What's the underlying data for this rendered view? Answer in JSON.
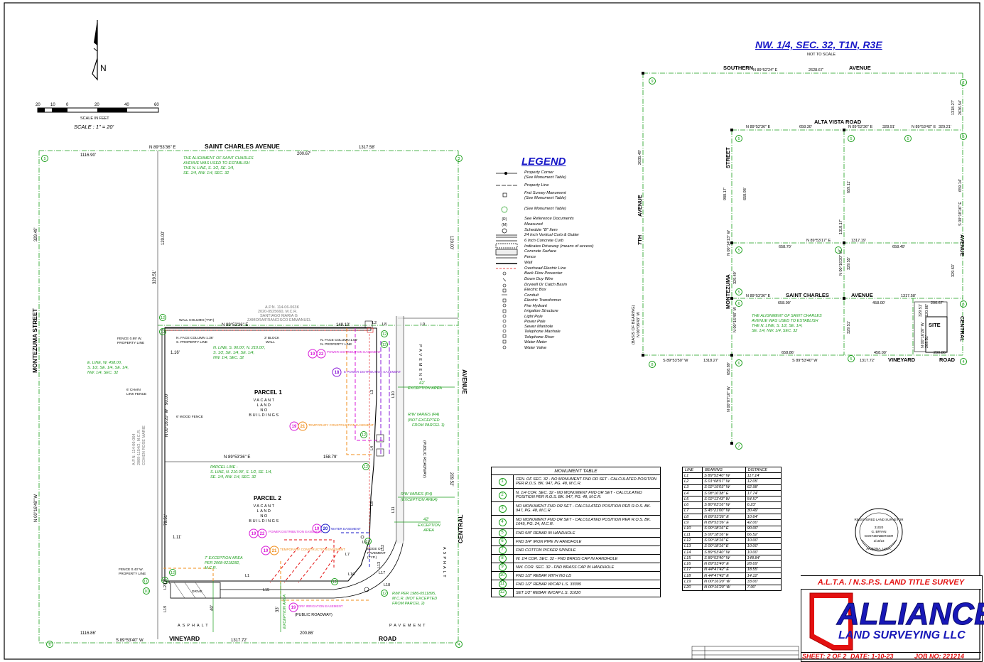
{
  "scale": {
    "ticks": [
      "20",
      "10",
      "0",
      "20",
      "40",
      "60"
    ],
    "units_label": "SCALE IN FEET",
    "scale_text": "SCALE : 1\" = 20'"
  },
  "north_arrow": {
    "letter": "N"
  },
  "site_plan": {
    "streets": {
      "north": "SAINT CHARLES AVENUE",
      "west": "MONTEZUMA STREET",
      "east": "AVENUE",
      "east_central": "CENTRAL",
      "south": "VINEYARD",
      "south_road": "ROAD",
      "pavement": "PAVEMENT",
      "asphalt": "ASPHALT",
      "public_roadway": "(PUBLIC ROADWAY)"
    },
    "boundary_labels": {
      "north_bearing": "N 89°53'36\" E",
      "north_total": "1317.58'",
      "north_west_part": "1116.90'",
      "north_east_part": "200.67'",
      "west_bearing": "N 00°16'48\" W",
      "west_upper": "329.49'",
      "upper_120": "120.00'",
      "right_120": "120.00'",
      "mid_329": "329.51'",
      "south_bearing": "S 89°53'40\" W",
      "south_total": "1317.72'",
      "south_west_part": "1116.86'",
      "south_east_part": "200.86'",
      "east_209": "209.52'",
      "lot_north": "N 89°53'36\" E",
      "lot_north_dist": "148.10'",
      "lot_west": "N 00°16'20\" W",
      "lot_west_dist": "90.00'",
      "parcel_line_bearing": "N 89°53'36\" E",
      "parcel_line_dist": "158.79'",
      "dim_1_16": "1.16'",
      "dim_79_51": "79.51'",
      "dim_1_11": "1.11'",
      "dim_40": "40'",
      "dim_33": "33'",
      "dim_42a": "42'",
      "dim_42b": "42'"
    },
    "notes": {
      "alignment_note": "THE ALIGNMENT OF SAINT CHARLES AVENUE WAS USED TO ESTABLISH THE N. LINE, S. 1/2, SE. 1/4, SE. 1/4, NW. 1/4, SEC. 32",
      "apn_north": "A.P.N. 114-06-063K",
      "apn_north_doc": "2020-0525660, M.C.R.",
      "apn_north_owner1": "SANTIAGO MARIA G",
      "apn_north_owner2": "ZAMORA/FRANCISCO EMMANUEL",
      "apn_west": "A.P.N. 114-06-064",
      "apn_west_doc": "2009-1154/2, M.C.R.",
      "apn_west_owner": "COHEN ROSE MARIE",
      "wall_column": "WALL COLUMN (TYP.)",
      "n_face_column_1": "N. FACE COLUMN 1.36'",
      "n_face_column_2": "S. PROPERTY LINE",
      "block_wall_1": "3' BLOCK",
      "block_wall_2": "WALL",
      "n_face_column_b1": "N. FACE COLUMN 1.06'",
      "n_face_column_b2": "N. PROPERTY LINE",
      "fence_1": "FENCE 0.89' W.",
      "fence_2": "PROPERTY LINE",
      "n_line_1": "N. LINE, S. 90.00', N. 210.00',",
      "n_line_2": "S. 1/2, SE. 1/4, SE. 1/4,",
      "n_line_3": "NW. 1/4, SEC. 32",
      "e_line_1": "E. LINE, W. 458.00,",
      "e_line_2": "S. 1/2, SE. 1/4, SE. 1/4,",
      "e_line_3": "NW. 1/4, SEC. 32",
      "chain_fence_1": "6' CHAIN",
      "chain_fence_2": "LINK FENCE",
      "wood_fence": "6' WOOD FENCE",
      "parcel_line_1": "PARCEL LINE -",
      "parcel_line_2": "S. LINE, N. 210.00', S. 1/2, SE. 1/4,",
      "parcel_line_3": "SE. 1/4, NW. 1/4, SEC. 32",
      "exception_area_7": "7' EXCEPTION AREA",
      "exception_area_7b": "PER 2008-0218282,",
      "exception_area_7c": "M.C.R.",
      "fence_2_1": "FENCE 0.43' W.",
      "fence_2_2": "PROPERTY LINE",
      "exception_42": "EXCEPTION AREA",
      "rw_varies_4": "R/W VARIES (R4)",
      "not_excepted_1": "(NOT EXCEPTED",
      "not_excepted_1b": "FROM PARCEL 1)",
      "rw_varies_r4b": "R/W VARIES (R4)",
      "exception_area_b": "(EXCEPTION AREA)",
      "exception_area_c": "EXCEPTION",
      "exception_area_d": "AREA",
      "rw_per": "R/W PER 1986-0511895,",
      "rw_per_b": "M.C.R. (NOT EXCEPTED",
      "rw_per_c": "FROM PARCEL 2)",
      "edge_pavement_1": "EDGE OF",
      "edge_pavement_2": "PAVEMENT",
      "edge_pavement_3": "(TYP.)",
      "drive": "DRIVE",
      "exception_area_vert": "EXCEPTION AREA",
      "power_dist": "POWER DISTRIBUTION EASEMENT",
      "e_power_dist": "E POWER DISTRIBUTION EASEMENT",
      "temp_constr": "TEMPORARY CONSTRUCTION EASEMENT",
      "water_ease": "WATER EASEMENT",
      "power_dist_2": "POWER DISTRIBUTION EASEMENT",
      "temp_constr_2": "TEMPORARY CONSTRUCTION EASEMENT",
      "irrigation": "DRY IRRIGATION EASEMENT"
    },
    "parcels": [
      {
        "name": "PARCEL 1",
        "status1": "VACANT",
        "status2": "LAND",
        "status3": "NO",
        "status4": "BUILDINGS"
      },
      {
        "name": "PARCEL 2",
        "status1": "VACANT",
        "status2": "LAND",
        "status3": "NO",
        "status4": "BUILDINGS"
      }
    ],
    "line_labels": [
      "L1",
      "L2",
      "L3",
      "L4",
      "L5",
      "L6",
      "L7",
      "L8",
      "L9",
      "L10",
      "L11",
      "L12",
      "L13",
      "L14",
      "L15",
      "L16",
      "L17",
      "L18",
      "L19",
      "L20"
    ],
    "callouts": [
      "5",
      "3",
      "12",
      "12",
      "12",
      "12",
      "12",
      "12",
      "12",
      "12",
      "12",
      "12",
      "12",
      "10",
      "6",
      "4",
      "11"
    ],
    "easement_tags": [
      "19",
      "22",
      "18",
      "19",
      "21",
      "19",
      "22",
      "19",
      "21",
      "19",
      "20",
      "19"
    ]
  },
  "legend": {
    "title": "LEGEND",
    "items": [
      "Property Corner",
      "(See Monument Table)",
      "Property Line",
      "Fnd Survey Monument",
      "(See Monument Table)",
      "(See Monument Table)",
      "See Reference Documents",
      "Measured",
      "Schedule \"B\" Item",
      "24 Inch Vertical Curb & Gutter",
      "6 Inch Concrete Curb",
      "Indicates Driveway (means of access)",
      "Concrete Surface",
      "Fence",
      "Wall",
      "Overhead Electric Line",
      "Back Flow Preventer",
      "Down Guy Wire",
      "Drywell Or Catch Basin",
      "Electric Box",
      "Conduit",
      "Electric Transformer",
      "Fire Hydrant",
      "Irrigation Structure",
      "Light Pole",
      "Power Pole",
      "Sewer Manhole",
      "Telephone Manhole",
      "Telephone Riser",
      "Water Meter",
      "Water Valve"
    ],
    "symbols": [
      "(R)",
      "(M)"
    ]
  },
  "monument_table": {
    "title": "MONUMENT TABLE",
    "rows": [
      {
        "n": "1",
        "text": "CEN. OF SEC. 32 - NO MONUMENT FND OR SET - CALCULATED POSITION PER R.O.S. BK. 947, PG. 48, M.C.R."
      },
      {
        "n": "2",
        "text": "N. 1/4 COR. SEC. 32 - NO MONUMENT FND OR SET - CALCULATED POSITION PER R.O.S. BK. 947, PG. 48, M.C.R."
      },
      {
        "n": "3",
        "text": "NO MONUMENT FND OR SET - CALCULATED POSITION PER R.O.S. BK. 947, PG. 48, M.C.R."
      },
      {
        "n": "4",
        "text": "NO MONUMENT FND OR SET - CALCULATED POSITION PER R.O.S. BK. 1649, PG. 24, M.C.R."
      },
      {
        "n": "5",
        "text": "FND 5/8\" REBAR IN HANDHOLE"
      },
      {
        "n": "6",
        "text": "FND 3/4\" IRON PIPE IN HANDHOLE"
      },
      {
        "n": "7",
        "text": "FND COTTON PICKER SPINDLE"
      },
      {
        "n": "8",
        "text": "W. 1/4 COR. SEC. 32 - FND BRASS CAP IN HANDHOLE"
      },
      {
        "n": "9",
        "text": "NW. COR. SEC. 32 - FND BRASS CAP IN HANDHOLE"
      },
      {
        "n": "10",
        "text": "FND 1/2\" REBAR WITH NO LD"
      },
      {
        "n": "11",
        "text": "FND 1/2\" REBAR W/CAP L.S. 33395"
      },
      {
        "n": "12",
        "text": "SET 1/2\" REBAR W/CAP L.S. 31020"
      }
    ]
  },
  "line_table": {
    "headers": [
      "LINE",
      "BEARING",
      "DISTANCE"
    ],
    "rows": [
      [
        "L1",
        "S 89°53'40\" W",
        "117.14'"
      ],
      [
        "L2",
        "S 01°08'57\" W",
        "12.05'"
      ],
      [
        "L3",
        "S 02°19'03\" W",
        "62.98'"
      ],
      [
        "L4",
        "S 08°16'38\" E",
        "17.74'"
      ],
      [
        "L5",
        "S 02°11'43\" W",
        "54.57'"
      ],
      [
        "L6",
        "S 80°03'16\" W",
        "6.23'"
      ],
      [
        "L7",
        "S 45°21'00\" W",
        "30.49'"
      ],
      [
        "L8",
        "N 89°53'36\" E",
        "10.64'"
      ],
      [
        "L9",
        "N 89°53'36\" E",
        "42.00'"
      ],
      [
        "L10",
        "S 00°18'16\" E",
        "90.00'"
      ],
      [
        "L11",
        "S 00°18'16\" E",
        "66.52'"
      ],
      [
        "L12",
        "S 00°18'16\" E",
        "10.00'"
      ],
      [
        "L13",
        "S 00°18'16\" E",
        "10.00'"
      ],
      [
        "L14",
        "S 89°53'40\" W",
        "10.00'"
      ],
      [
        "L15",
        "S 89°53'40\" W",
        "148.84'"
      ],
      [
        "L16",
        "N 89°53'40\" E",
        "28.69'"
      ],
      [
        "L17",
        "N 44°47'42\" E",
        "18.55'"
      ],
      [
        "L18",
        "N 44°47'42\" E",
        "14.12'"
      ],
      [
        "L19",
        "N 00°16'20\" W",
        "33.00'"
      ],
      [
        "L20",
        "N 00°16'20\" W",
        "7.00'"
      ]
    ]
  },
  "vicinity": {
    "title": "NW. 1/4, SEC. 32, T1N, R3E",
    "subtitle": "NOT TO SCALE",
    "streets": {
      "southern": "SOUTHERN",
      "southern_ave": "AVENUE",
      "alta_vista": "ALTA VISTA ROAD",
      "seventh": "7TH",
      "seventh_ave": "AVENUE",
      "montezuma": "MONTEZUMA",
      "street": "STREET",
      "saint_charles": "SAINT CHARLES",
      "avenue": "AVENUE",
      "vineyard": "VINEYARD",
      "road": "ROAD",
      "central": "CENTRAL",
      "avenue_right": "AVENUE",
      "site": "SITE"
    },
    "labels": {
      "top_bearing": "N 89°52'24\" E",
      "top_dist": "2628.67'",
      "av_bearing1": "N 89°52'36\" E",
      "av_dist1": "658.30'",
      "av_bearing2": "N 89°52'36\" E",
      "av_dist2": "328.91'",
      "av_bearing3": "N 89°53'42\" E",
      "av_dist3": "329.21'",
      "mid_bearing": "N 89°53'17\" E",
      "mid_dist": "1317.19'",
      "mid_left": "658.70'",
      "mid_right": "658.49'",
      "sc_bearing": "N 89°53'36\" E",
      "sc_dist": "1317.58'",
      "sc_left": "658.90'",
      "sc_right": "458.00'",
      "sc_far": "200.67'",
      "vy_bearing": "S 89°53'50\" W",
      "vy_dist": "1318.27'",
      "vy_bearing2": "S 89°53'40\" W",
      "vy_dist2": "1317.72'",
      "vy_left": "658.86'",
      "vy_right": "458.00'",
      "vy_far": "200.86'",
      "left_dist": "2635.49'",
      "basis": "(BASIS OF BEARING)",
      "basis_bearing": "N 00°08'43\" W",
      "right_top": "1318.27'",
      "right_top2": "2636.54'",
      "right_mid": "659.14'",
      "right_mid_b": "S 00°18'16\" E",
      "right_low": "329.63'",
      "mont_1": "988.17'",
      "mont_2": "658.98'",
      "mont_b": "N 00°14'13\" W",
      "mont_3": "329.49'",
      "mont_b2": "N 00°16'48\" W",
      "mont_4": "658.89'",
      "mont_b3": "N 00°07'10\" W",
      "mid_1": "659.11'",
      "mid_2": "1318.17'",
      "mid_b": "N 00°16'20\" W",
      "mid_3": "329.55'",
      "mid_4": "329.51'",
      "site_b": "N 00°16'20\" W",
      "site_1": "329.51'",
      "site_2": "120.00'",
      "site_3": "209.51'",
      "note": "THE ALIGNMENT OF SAINT CHARLES AVENUE WAS USED TO ESTABLISH THE N. LINE, S. 1/2, SE. 1/4, SE. 1/4, NW. 1/4, SEC. 32"
    },
    "callouts": [
      "9",
      "5",
      "5",
      "5",
      "5",
      "4",
      "3",
      "5",
      "5",
      "1",
      "6",
      "8",
      "6",
      "5",
      "2",
      "7"
    ]
  },
  "seal": {
    "line1": "REGISTERED LAND SURVEYOR",
    "line2": "31020",
    "line3": "G. BRYAN",
    "line4": "GOETZENBERGER",
    "line5": "1/10/23",
    "line6": "ARIZONA, U.S.A."
  },
  "title_block": {
    "title": "A.L.T.A. / N.S.P.S. LAND TITLE SURVEY",
    "company": "ALLIANCE",
    "company_sub": "LAND SURVEYING LLC",
    "sheet": "SHEET: 2 OF 2",
    "date": "DATE: 1-10-23",
    "job": "JOB NO: 221214"
  },
  "colors": {
    "green": "#1a9e1a",
    "blue": "#1818c8",
    "red": "#e31010",
    "magenta": "#d81ad8",
    "orange": "#f08c1a",
    "purple": "#8a1ad8"
  }
}
